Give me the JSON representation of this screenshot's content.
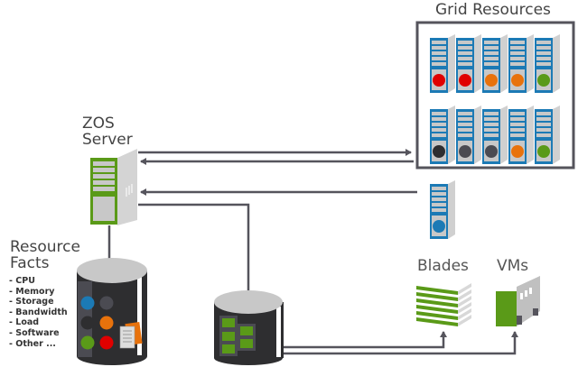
{
  "grid": {
    "title": "Grid Resources",
    "row1_status": [
      "#e00000",
      "#e00000",
      "#e8720c",
      "#e8720c",
      "#5a9a18"
    ],
    "row2_status": [
      "#2e2e30",
      "#4b4b52",
      "#4b4b52",
      "#e8720c",
      "#5a9a18"
    ]
  },
  "zos": {
    "line1": "ZOS",
    "line2": "Server"
  },
  "facts": {
    "line1": "Resource",
    "line2": "Facts",
    "items": [
      "CPU",
      "Memory",
      "Storage",
      "Bandwidth",
      "Load",
      "Software",
      "Other ..."
    ],
    "dots": [
      "#1c7ab5",
      "#4b4b52",
      "#2e2e30",
      "#e8720c",
      "#5a9a18",
      "#e00000"
    ]
  },
  "blades": {
    "label": "Blades",
    "status": "#1c7ab5"
  },
  "vms": {
    "label": "VMs"
  },
  "colors": {
    "accent_green": "#5a9a18",
    "rack_blue": "#1c7ab5",
    "line": "#55545c",
    "cylinder_dark": "#2e2e30",
    "cylinder_top": "#c8c8c8"
  }
}
